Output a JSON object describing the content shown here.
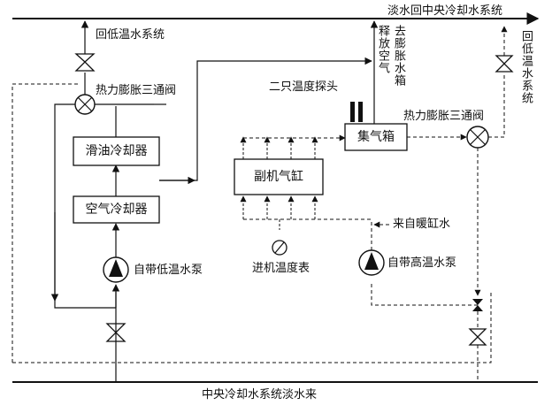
{
  "labels": {
    "top_right_line": "淡水回中央冷却水系统",
    "return_low_temp_left": "回低温水系统",
    "return_low_temp_right": "回低温水系统",
    "release_air": "释放空气",
    "to_expansion_tank": "去膨胀水箱",
    "two_temp_probes": "二只温度探头",
    "thermo_valve_left": "热力膨胀三通阀",
    "thermo_valve_right": "热力膨胀三通阀",
    "from_heating_water": "来自暖缸水",
    "inlet_thermometer": "进机温度表",
    "low_temp_pump": "自带低温水泵",
    "high_temp_pump": "自带高温水泵",
    "bottom_line": "中央冷却水系统淡水来"
  },
  "boxes": {
    "oil_cooler": "滑油冷却器",
    "air_cooler": "空气冷却器",
    "aux_cylinder": "副机气缸",
    "gas_collector": "集气箱"
  },
  "icons": {
    "valve": "gate-valve-icon",
    "three_way_valve": "three-way-valve-icon",
    "pump": "pump-icon",
    "thermometer": "thermometer-icon",
    "temp_probe": "temperature-probe-icon"
  },
  "colors": {
    "line": "#111111",
    "background": "#ffffff"
  }
}
